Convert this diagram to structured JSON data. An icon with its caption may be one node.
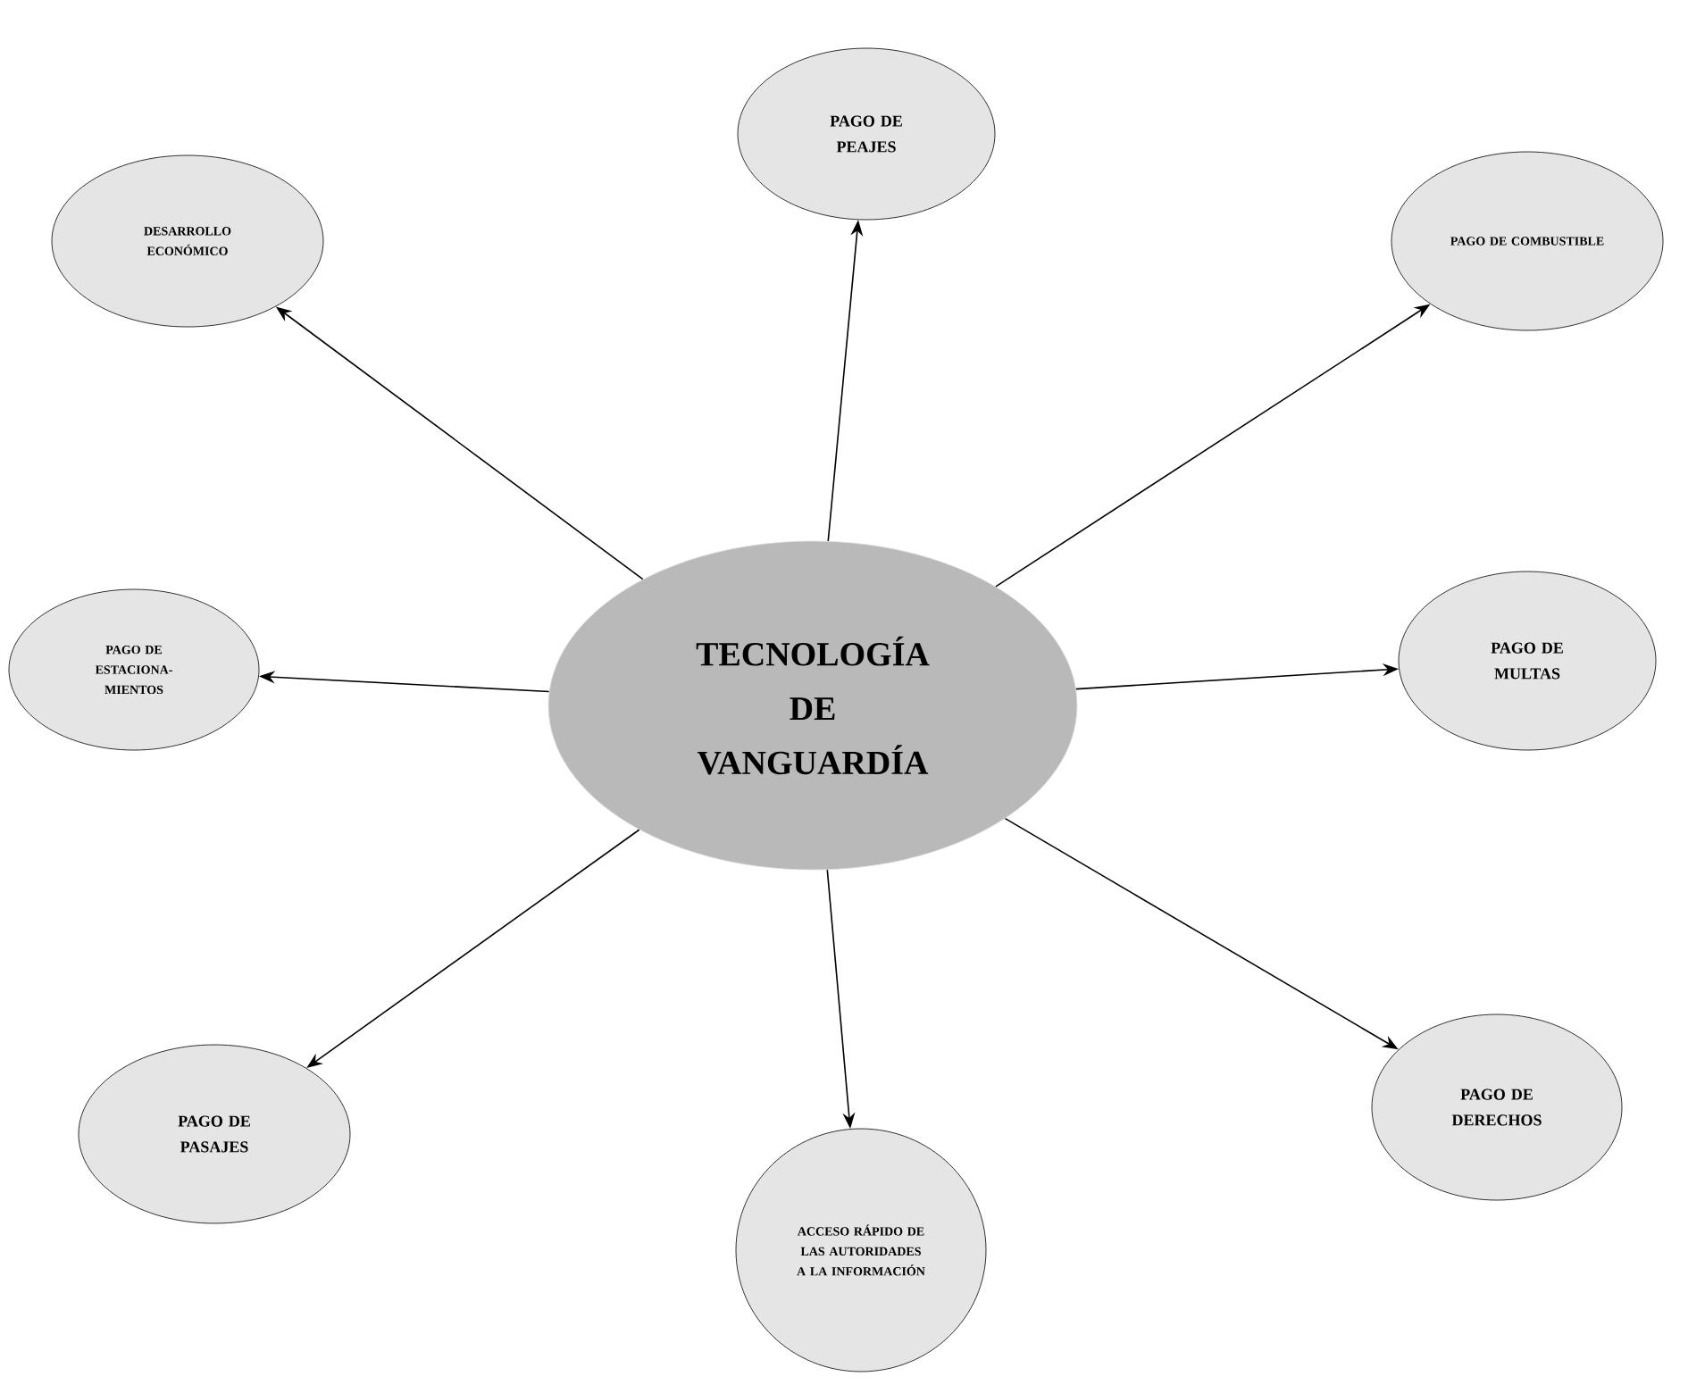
{
  "diagram": {
    "nodes": [
      {
        "text": [
          "TECNOLOGÍA DE VANGUARDÍA"
        ]
      },
      {
        "text": [
          "PAGO DE PEAJES"
        ]
      },
      {
        "text": [
          "DESARROLLO ECONÓMICO"
        ]
      },
      {
        "text": [
          "PAGO DE COMBUSTIBLE"
        ]
      },
      {
        "text": [
          "PAGO DE ESTACIONA-MIENTOS"
        ]
      },
      {
        "text": [
          "PAGO DE MULTAS"
        ]
      },
      {
        "text": [
          "PAGO DE PASAJES"
        ]
      },
      {
        "text": [
          "PAGO DE DERECHOS"
        ]
      },
      {
        "text": [
          "ACCESO RÁPIDO DE LAS AUTORIDADES A LA INFORMACIÓN"
        ]
      }
    ],
    "edges": [
      {
        "from": 0,
        "to": 1,
        "arrow": "to"
      },
      {
        "from": 0,
        "to": 2,
        "arrow": "to"
      },
      {
        "from": 0,
        "to": 3,
        "arrow": "to"
      },
      {
        "from": 0,
        "to": 4,
        "arrow": "to"
      },
      {
        "from": 0,
        "to": 5,
        "arrow": "to"
      },
      {
        "from": 0,
        "to": 6,
        "arrow": "to"
      },
      {
        "from": 0,
        "to": 7,
        "arrow": "to"
      },
      {
        "from": 0,
        "to": 8,
        "arrow": "to"
      }
    ]
  }
}
